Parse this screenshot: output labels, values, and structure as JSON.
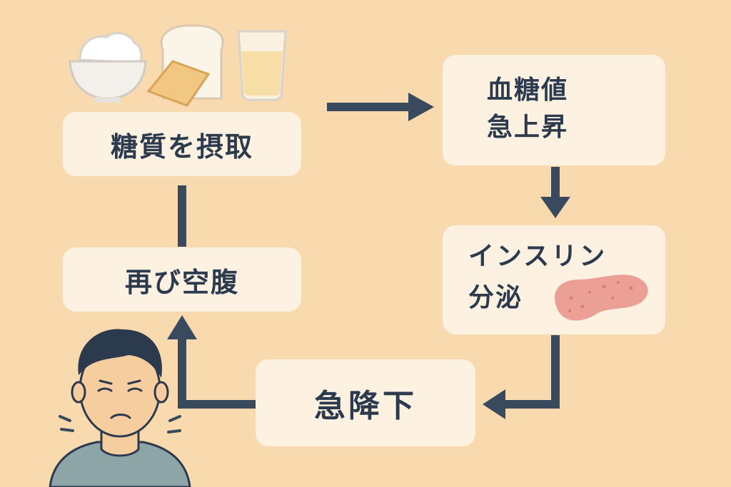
{
  "colors": {
    "background": "#f9d9ae",
    "box": "#fdf1e2",
    "arrow": "#3a4a5e",
    "text": "#2c3a4d",
    "pancreas": "#ec9f94"
  },
  "steps": [
    {
      "id": "intake",
      "label": "糖質を摂取",
      "icon": "food-icon-group"
    },
    {
      "id": "spike",
      "lines": [
        "血糖値",
        "急上昇"
      ]
    },
    {
      "id": "insulin",
      "lines": [
        "インスリン",
        "分泌"
      ],
      "icon": "pancreas-icon"
    },
    {
      "id": "drop",
      "label": "急降下"
    },
    {
      "id": "hungry",
      "label": "再び空腹",
      "icon": "tired-person-icon"
    }
  ],
  "food_icons": [
    "rice-bowl-icon",
    "bread-icon",
    "juice-glass-icon"
  ]
}
